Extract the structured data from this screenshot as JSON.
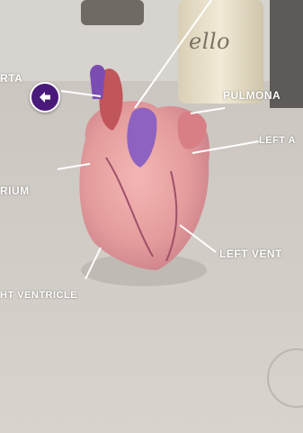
{
  "labels": {
    "top_left_fragment": "RTA",
    "pulmonary": "PULMONA",
    "left_atrium": "LEFT A",
    "atrium": "RIUM",
    "left_ventricle": "LEFT VENT",
    "right_ventricle": "HT VENTRICLE"
  },
  "bottle": {
    "text": "ello"
  },
  "colors": {
    "accent_purple": "#4a1a7a",
    "label_color": "#ffffff",
    "heart_pink": "#e8a6a6"
  },
  "icons": {
    "back": "arrow-left-icon"
  }
}
